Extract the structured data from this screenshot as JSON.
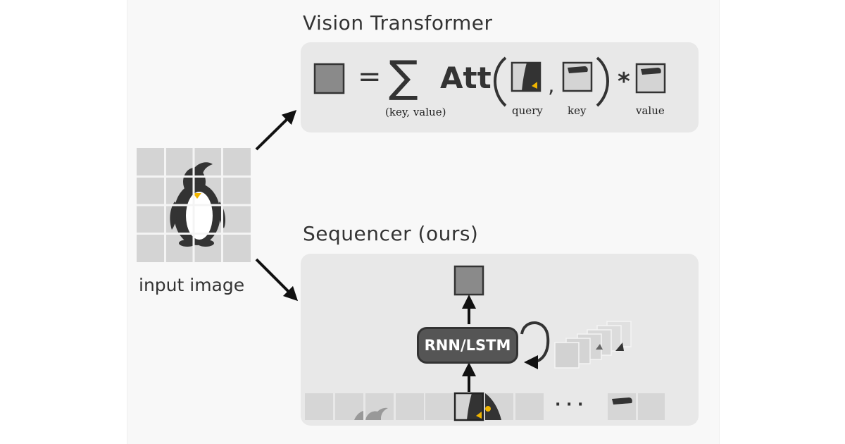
{
  "vit": {
    "title": "Vision Transformer",
    "equals": "=",
    "sum": "∑",
    "att": "Att",
    "comma": ",",
    "star": "*",
    "label_key_value": "(key, value)",
    "label_query": "query",
    "label_key": "key",
    "label_value": "value"
  },
  "sequencer": {
    "title": "Sequencer (ours)",
    "block_label": "RNN/LSTM",
    "ellipsis": "· · ·"
  },
  "input": {
    "label": "input image"
  }
}
